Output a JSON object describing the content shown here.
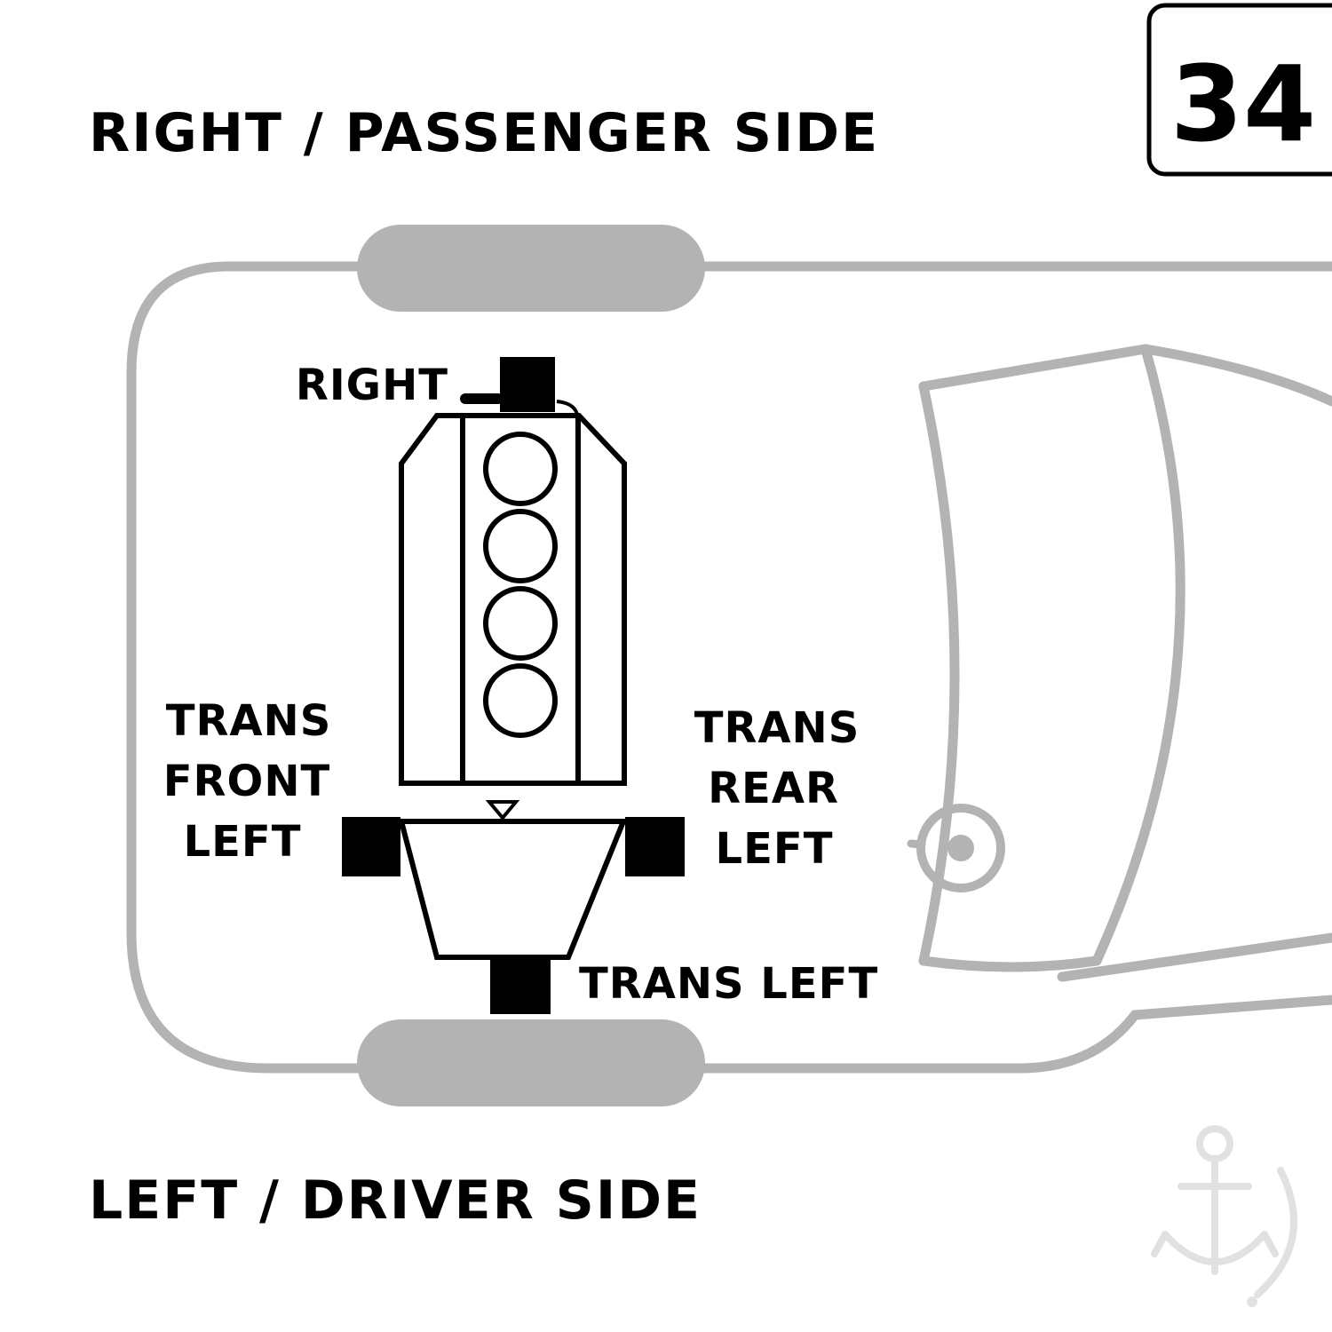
{
  "page": {
    "number": "34"
  },
  "titles": {
    "top": "RIGHT / PASSENGER SIDE",
    "bottom": "LEFT / DRIVER SIDE"
  },
  "mount_labels": {
    "right": "RIGHT",
    "trans_front_left": [
      "TRANS",
      "FRONT",
      "LEFT"
    ],
    "trans_rear_left": [
      "TRANS",
      "REAR",
      "LEFT"
    ],
    "trans_left": "TRANS LEFT"
  },
  "icons": {
    "watermark": "anchor-logo-watermark"
  },
  "colors": {
    "background": "#ffffff",
    "car_outline_gray": "#b3b3b3",
    "mount_marker_black": "#000000",
    "text_black": "#000000",
    "watermark_gray": "#e1e1e1"
  }
}
